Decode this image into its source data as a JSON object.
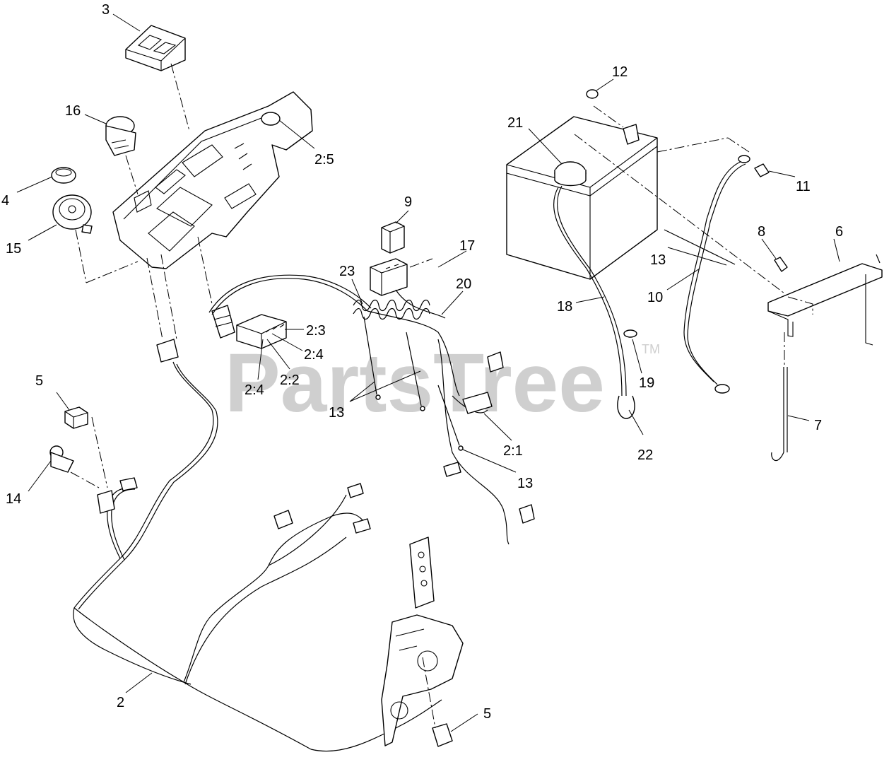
{
  "watermark": {
    "text": "PartsTree",
    "tm": "TM"
  },
  "callouts": [
    {
      "label": "3"
    },
    {
      "label": "16"
    },
    {
      "label": "4"
    },
    {
      "label": "15"
    },
    {
      "label": "2:5"
    },
    {
      "label": "12"
    },
    {
      "label": "21"
    },
    {
      "label": "11"
    },
    {
      "label": "9"
    },
    {
      "label": "17"
    },
    {
      "label": "23"
    },
    {
      "label": "20"
    },
    {
      "label": "8"
    },
    {
      "label": "6"
    },
    {
      "label": "13"
    },
    {
      "label": "10"
    },
    {
      "label": "18"
    },
    {
      "label": "2:3"
    },
    {
      "label": "2:4"
    },
    {
      "label": "2:2"
    },
    {
      "label": "2:4"
    },
    {
      "label": "13"
    },
    {
      "label": "19"
    },
    {
      "label": "22"
    },
    {
      "label": "7"
    },
    {
      "label": "2:1"
    },
    {
      "label": "13"
    },
    {
      "label": "5"
    },
    {
      "label": "14"
    },
    {
      "label": "2"
    },
    {
      "label": "5"
    }
  ]
}
